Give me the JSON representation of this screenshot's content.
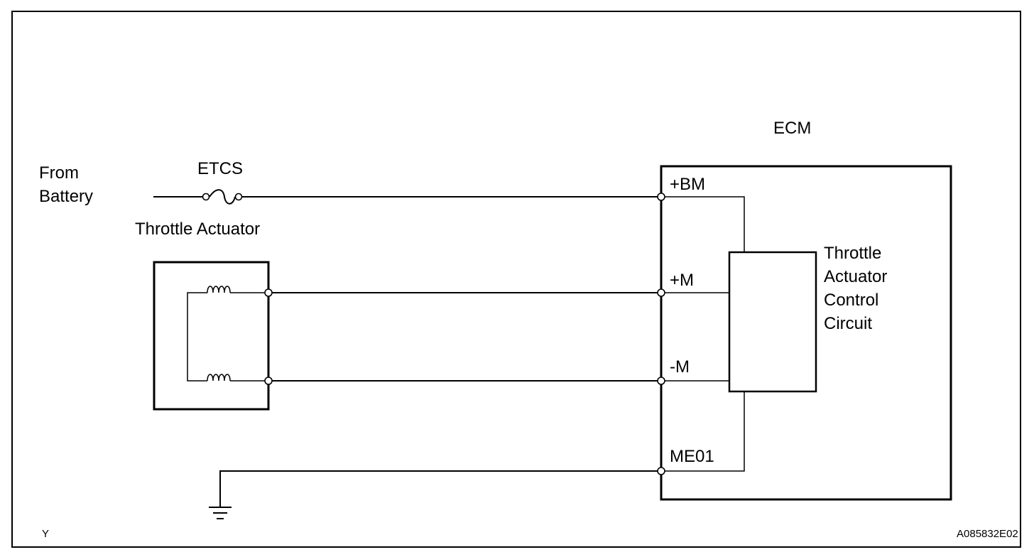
{
  "labels": {
    "from_battery_line1": "From",
    "from_battery_line2": "Battery",
    "fuse": "ETCS",
    "throttle_actuator": "Throttle Actuator",
    "ecm": "ECM",
    "control_circuit_line1": "Throttle",
    "control_circuit_line2": "Actuator",
    "control_circuit_line3": "Control",
    "control_circuit_line4": "Circuit",
    "corner_left": "Y",
    "figure_code": "A085832E02"
  },
  "terminals": {
    "bm": "+BM",
    "m_plus": "+M",
    "m_minus": "-M",
    "me01": "ME01"
  }
}
